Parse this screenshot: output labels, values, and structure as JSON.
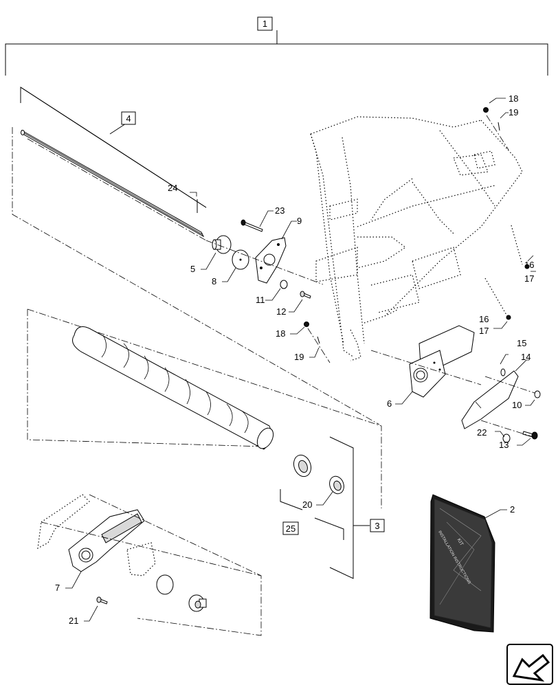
{
  "diagram": {
    "callouts": {
      "c1": "1",
      "c2": "2",
      "c3": "3",
      "c4": "4",
      "c5": "5",
      "c6": "6",
      "c7": "7",
      "c8": "8",
      "c9": "9",
      "c10": "10",
      "c11": "11",
      "c12": "12",
      "c13": "13",
      "c14": "14",
      "c15": "15",
      "c16a": "16",
      "c16b": "16",
      "c17a": "17",
      "c17b": "17",
      "c18a": "18",
      "c18b": "18",
      "c19a": "19",
      "c19b": "19",
      "c20": "20",
      "c21": "21",
      "c22": "22",
      "c23": "23",
      "c24": "24",
      "c25": "25"
    },
    "manual_cover": {
      "line1": "KIT",
      "line2": "INSTALLATION INSTRUCTIONS"
    },
    "nav_icon": "next-page-arrow-icon"
  }
}
